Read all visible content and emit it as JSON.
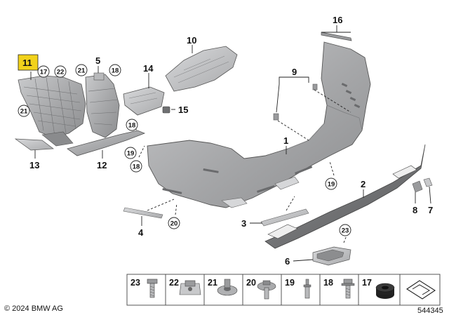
{
  "callouts": [
    {
      "id": "n16",
      "text": "16"
    },
    {
      "id": "n10",
      "text": "10"
    },
    {
      "id": "n11",
      "text": "11"
    },
    {
      "id": "n5",
      "text": "5"
    },
    {
      "id": "n9",
      "text": "9"
    },
    {
      "id": "n14",
      "text": "14"
    },
    {
      "id": "n15",
      "text": "15"
    },
    {
      "id": "n1",
      "text": "1"
    },
    {
      "id": "n13",
      "text": "13"
    },
    {
      "id": "n12",
      "text": "12"
    },
    {
      "id": "n2",
      "text": "2"
    },
    {
      "id": "n4",
      "text": "4"
    },
    {
      "id": "n3",
      "text": "3"
    },
    {
      "id": "n8",
      "text": "8"
    },
    {
      "id": "n7",
      "text": "7"
    },
    {
      "id": "n6",
      "text": "6"
    }
  ],
  "circled": [
    {
      "id": "c17a",
      "text": "17"
    },
    {
      "id": "c22a",
      "text": "22"
    },
    {
      "id": "c21a",
      "text": "21"
    },
    {
      "id": "c21b",
      "text": "21"
    },
    {
      "id": "c18a",
      "text": "18"
    },
    {
      "id": "c18b",
      "text": "18"
    },
    {
      "id": "c19a",
      "text": "19"
    },
    {
      "id": "c18c",
      "text": "18"
    },
    {
      "id": "c19b",
      "text": "19"
    },
    {
      "id": "c20a",
      "text": "20"
    },
    {
      "id": "c23a",
      "text": "23"
    }
  ],
  "fastener_table": [
    {
      "id": "f23",
      "num": "23",
      "icon": "screw-bolt-icon"
    },
    {
      "id": "f22",
      "num": "22",
      "icon": "clip-nut-icon"
    },
    {
      "id": "f21",
      "num": "21",
      "icon": "push-nut-icon"
    },
    {
      "id": "f20",
      "num": "20",
      "icon": "collar-screw-icon"
    },
    {
      "id": "f19",
      "num": "19",
      "icon": "rivet-icon"
    },
    {
      "id": "f18",
      "num": "18",
      "icon": "flange-bolt-icon"
    },
    {
      "id": "f17",
      "num": "17",
      "icon": "grommet-icon"
    },
    {
      "id": "fblank",
      "num": "",
      "icon": "bracket-outline-icon"
    }
  ],
  "footer": {
    "copyright": "© 2024 BMW AG",
    "diagram_number": "544345"
  },
  "colors": {
    "bumper": "#a8a9ab",
    "dark_part": "#6b6c6e",
    "highlight": "#f2d21b"
  }
}
